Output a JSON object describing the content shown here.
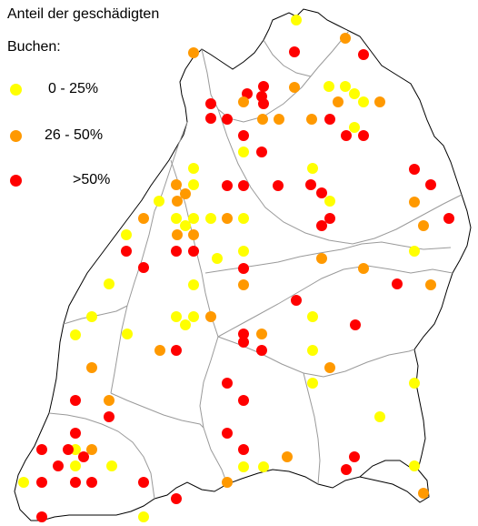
{
  "legend": {
    "title_line1": "Anteil der geschädigten",
    "title_line2": "Buchen:",
    "items": [
      {
        "label": "0 - 25%",
        "color": "#ffff00"
      },
      {
        "label": "26 - 50%",
        "color": "#ff9900"
      },
      {
        "label": ">50%",
        "color": "#ff0000"
      }
    ]
  }
}
